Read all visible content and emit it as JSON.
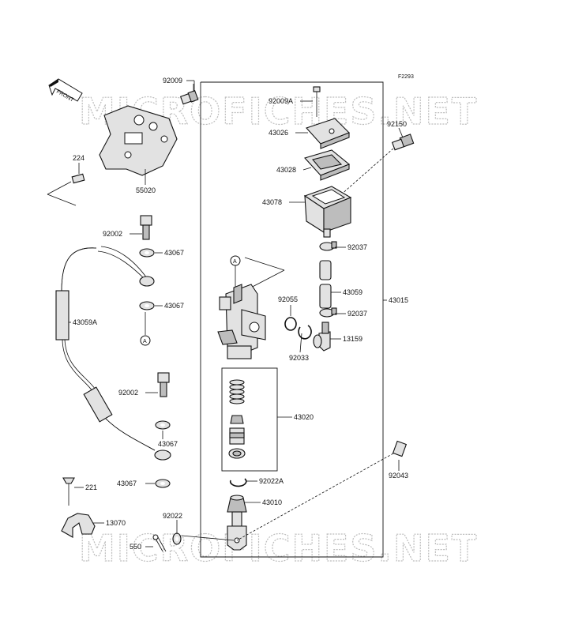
{
  "figure_code": "F2293",
  "watermark": "MICROFICHES.NET",
  "front_label": "FRONT",
  "labels": {
    "p92009": "92009",
    "p224": "224",
    "p55020": "55020",
    "p92002_a": "92002",
    "p43067_a": "43067",
    "p43067_b": "43067",
    "p43059A": "43059A",
    "ref_A_1": "A",
    "ref_A_2": "A",
    "p92002_b": "92002",
    "p43067_c": "43067",
    "p43067_d": "43067",
    "p221": "221",
    "p13070": "13070",
    "p550": "550",
    "p92022": "92022",
    "p92009A": "92009A",
    "p43026": "43026",
    "p92150": "92150",
    "p43028": "43028",
    "p43078": "43078",
    "p92037_a": "92037",
    "p43059": "43059",
    "p43015": "43015",
    "p92037_b": "92037",
    "p92055": "92055",
    "p13159": "13159",
    "p92033": "92033",
    "p43020": "43020",
    "p92043": "92043",
    "p92022A": "92022A",
    "p43010": "43010"
  }
}
